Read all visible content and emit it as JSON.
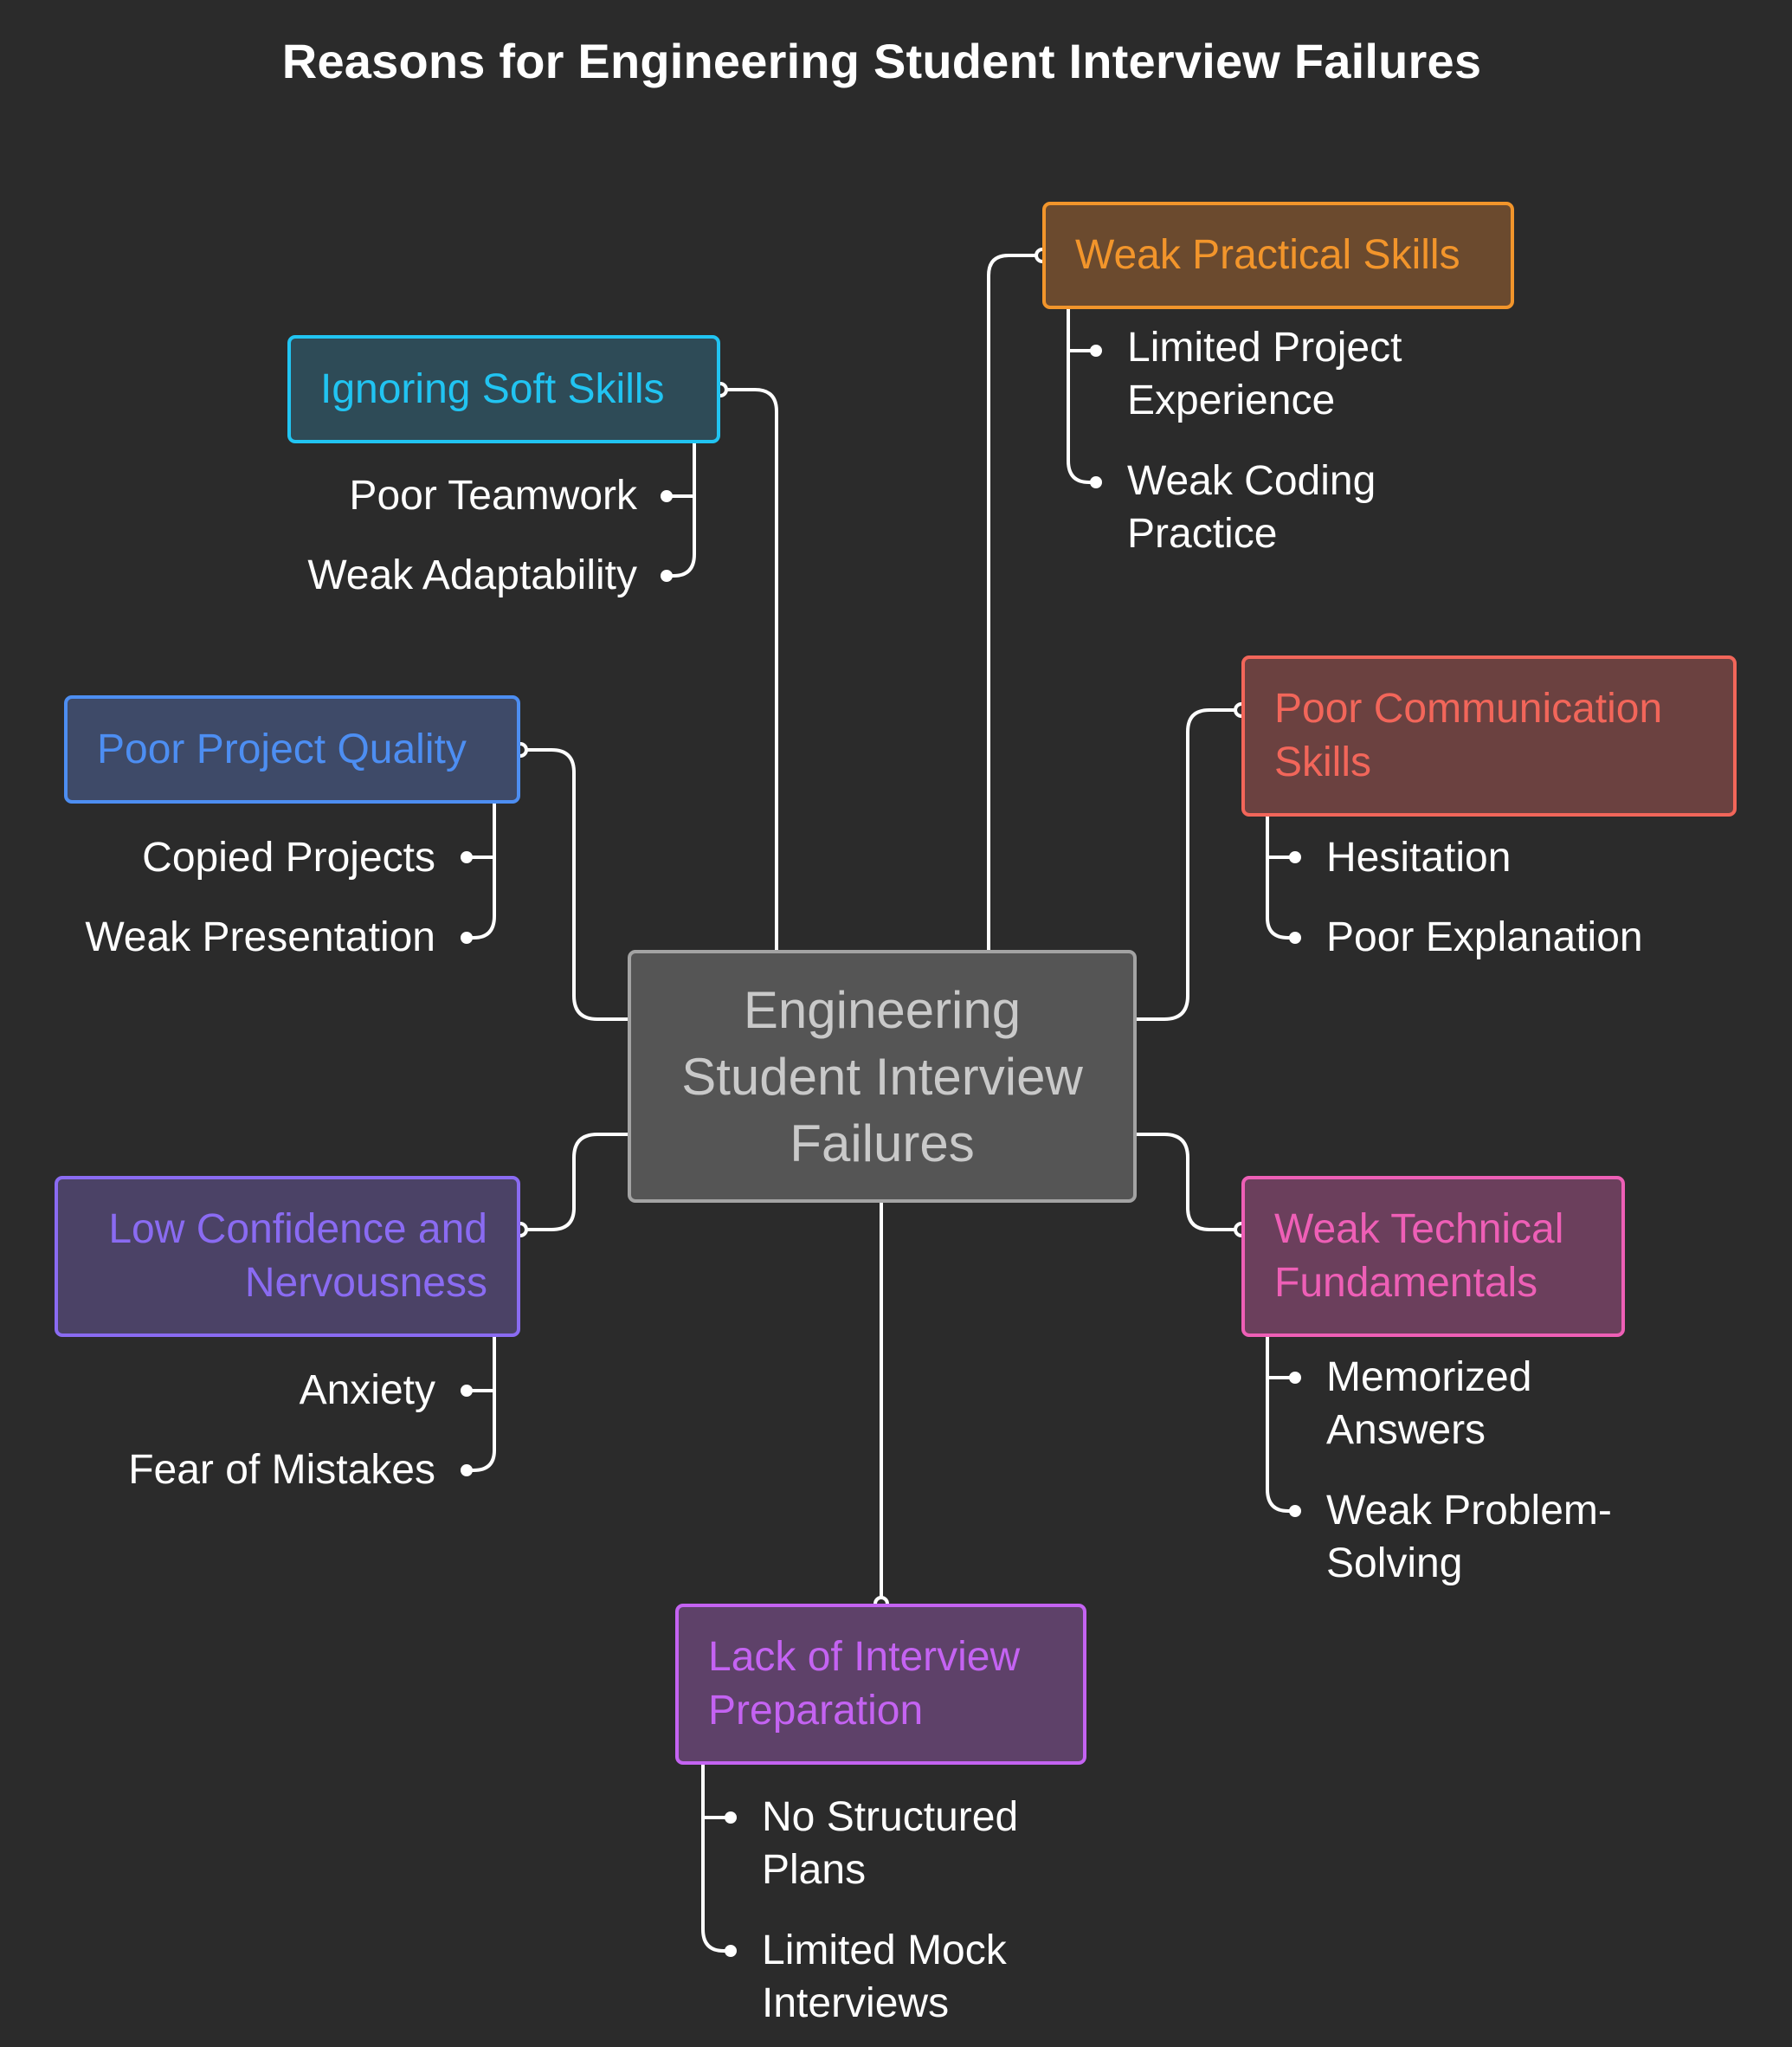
{
  "title": "Reasons for Engineering Student Interview Failures",
  "center": {
    "label": "Engineering Student Interview Failures"
  },
  "colors": {
    "background": "#2b2b2b",
    "connector": "#ffffff",
    "center_fill": "#555555",
    "center_border": "#a3a3a3",
    "center_text": "#c9c9c9"
  },
  "branches": [
    {
      "id": "weak-practical-skills",
      "label": "Weak Practical Skills",
      "color": "#f2952b",
      "fill": "#6b4a2e",
      "children": [
        "Limited Project Experience",
        "Weak Coding Practice"
      ]
    },
    {
      "id": "ignoring-soft-skills",
      "label": "Ignoring Soft Skills",
      "color": "#21c4f2",
      "fill": "#2e4b57",
      "children": [
        "Poor Teamwork",
        "Weak Adaptability"
      ]
    },
    {
      "id": "poor-communication-skills",
      "label": "Poor Communication Skills",
      "color": "#f2665a",
      "fill": "#6b4140",
      "children": [
        "Hesitation",
        "Poor Explanation"
      ]
    },
    {
      "id": "poor-project-quality",
      "label": "Poor Project Quality",
      "color": "#4d8ef2",
      "fill": "#3e4a68",
      "children": [
        "Copied Projects",
        "Weak Presentation"
      ]
    },
    {
      "id": "low-confidence-and-nervousness",
      "label": "Low Confidence and Nervousness",
      "color": "#8a6bf2",
      "fill": "#4b4266",
      "children": [
        "Anxiety",
        "Fear of Mistakes"
      ]
    },
    {
      "id": "weak-technical-fundamentals",
      "label": "Weak Technical Fundamentals",
      "color": "#ee5fb6",
      "fill": "#6b3f5c",
      "children": [
        "Memorized Answers",
        "Weak Problem-Solving"
      ]
    },
    {
      "id": "lack-of-interview-preparation",
      "label": "Lack of Interview Preparation",
      "color": "#c463f2",
      "fill": "#5e4169",
      "children": [
        "No Structured Plans",
        "Limited Mock Interviews"
      ]
    }
  ]
}
